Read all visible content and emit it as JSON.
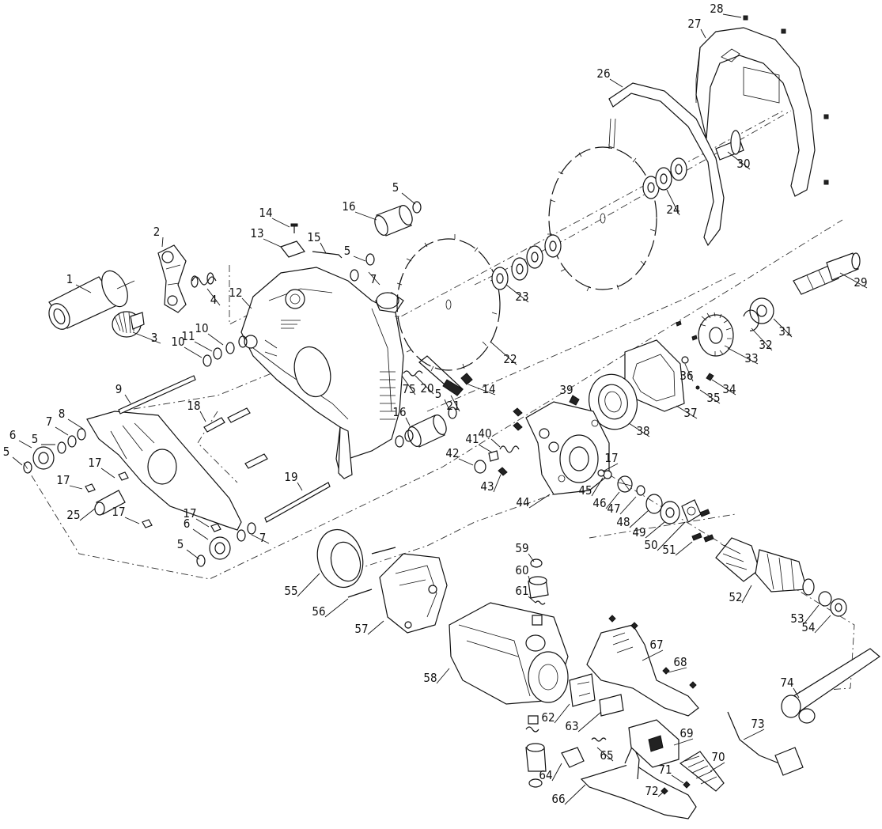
{
  "diagram": {
    "part_labels": [
      "1",
      "2",
      "3",
      "4",
      "5",
      "5",
      "5",
      "5",
      "5",
      "5",
      "6",
      "6",
      "7",
      "7",
      "7",
      "8",
      "9",
      "10",
      "10",
      "11",
      "12",
      "13",
      "14",
      "14",
      "15",
      "16",
      "16",
      "17",
      "17",
      "17",
      "17",
      "17",
      "18",
      "19",
      "20",
      "21",
      "22",
      "23",
      "24",
      "25",
      "26",
      "27",
      "28",
      "29",
      "30",
      "31",
      "32",
      "33",
      "34",
      "35",
      "36",
      "37",
      "38",
      "39",
      "40",
      "41",
      "42",
      "43",
      "44",
      "45",
      "46",
      "47",
      "48",
      "49",
      "50",
      "51",
      "52",
      "53",
      "54",
      "55",
      "56",
      "57",
      "58",
      "59",
      "60",
      "61",
      "62",
      "63",
      "64",
      "65",
      "66",
      "67",
      "68",
      "69",
      "70",
      "71",
      "72",
      "73",
      "74",
      "75"
    ]
  }
}
